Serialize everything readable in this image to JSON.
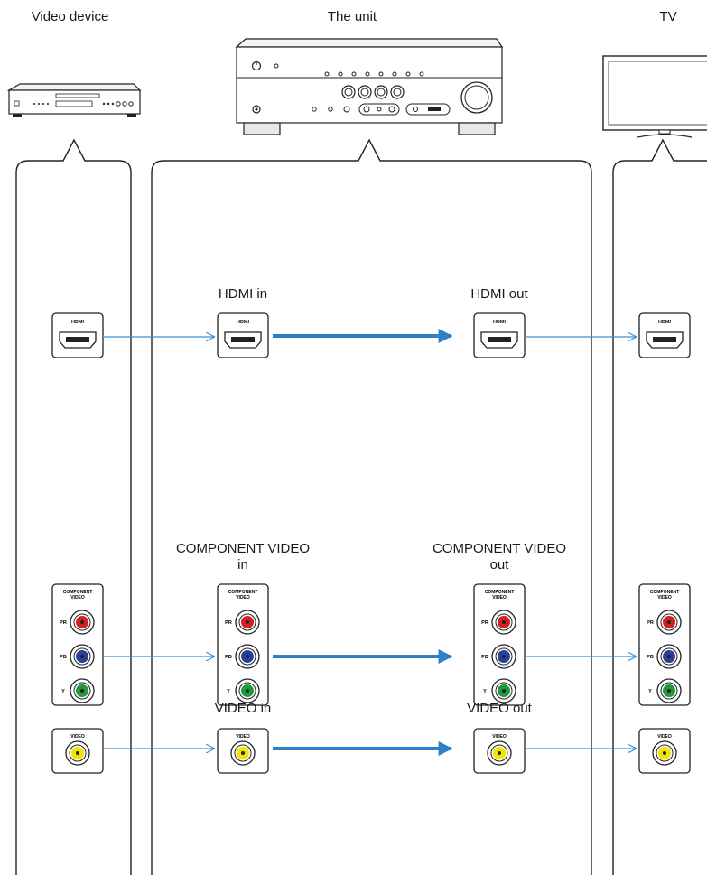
{
  "columns": {
    "video_device": "Video device",
    "unit": "The unit",
    "tv": "TV"
  },
  "labels": {
    "hdmi_in": "HDMI in",
    "hdmi_out": "HDMI out",
    "component_in_line1": "COMPONENT VIDEO",
    "component_in_line2": "in",
    "component_out_line1": "COMPONENT VIDEO",
    "component_out_line2": "out",
    "video_in": "VIDEO in",
    "video_out": "VIDEO out"
  },
  "jack_text": {
    "hdmi": "HDMI",
    "component_line1": "COMPONENT",
    "component_line2": "VIDEO",
    "pr": "PR",
    "pb": "PB",
    "y": "Y",
    "video": "VIDEO"
  },
  "colors": {
    "thin_arrow": "#3a8fd6",
    "thick_arrow": "#2f7fc8",
    "pr": "#d42020",
    "pb": "#2a3f9a",
    "y": "#1f9a3a",
    "composite": "#f2e600",
    "outline": "#222222"
  }
}
